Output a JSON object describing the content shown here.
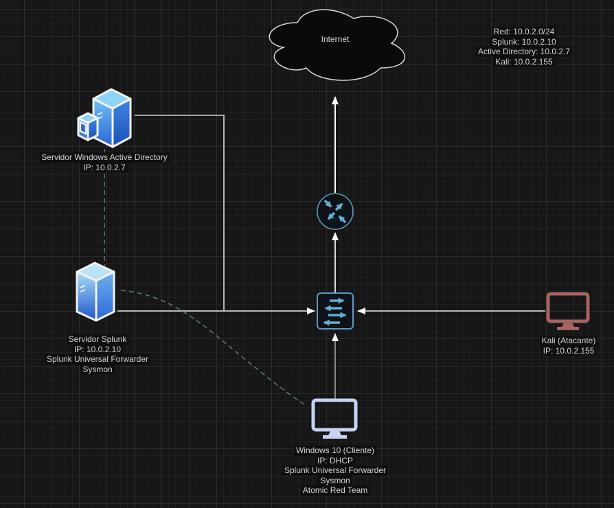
{
  "nodes": {
    "internet": {
      "label": "Internet"
    },
    "net_info": {
      "lines": [
        "Red: 10.0.2.0/24",
        "Splunk: 10.0.2.10",
        "Active Directory: 10.0.2.7",
        "Kali: 10.0.2.155"
      ]
    },
    "ad_server": {
      "lines": [
        "Servidor Windows Active Directory",
        "IP: 10.0.2.7"
      ]
    },
    "splunk_server": {
      "lines": [
        "Servidor Splunk",
        "IP: 10.0.2.10",
        "Splunk Universal Forwarder",
        "Sysmon"
      ]
    },
    "kali": {
      "lines": [
        "Kali (Atacante)",
        "IP: 10.0.2.155"
      ]
    },
    "win10": {
      "lines": [
        "Windows 10 (Cliente)",
        "IP: DHCP",
        "Splunk Universal Forwarder",
        "Sysmon",
        "Atomic Red Team"
      ]
    }
  },
  "icons": {
    "cloud": "internet-cloud-icon",
    "ad_server": "windows-server-icon",
    "splunk_server": "server-tower-icon",
    "router": "router-icon",
    "switch": "switch-icon",
    "kali": "monitor-icon",
    "win10": "monitor-icon"
  },
  "colors": {
    "canvas_background": "#161616",
    "grid_minor": "#1e1e1e",
    "grid_major": "#2b2b2b",
    "edge_solid": "#e8e8e8",
    "edge_dashed_green": "#567f57",
    "network_device_outline": "#5b9bbd",
    "network_device_arrow": "#62aed4",
    "server_blue_light": "#8ed4f6",
    "server_blue_dark": "#2458c8",
    "kali_monitor": "#a66460",
    "win10_monitor": "#c6d3f2",
    "label_text": "#d4d4d4",
    "label_background": "#101010"
  }
}
